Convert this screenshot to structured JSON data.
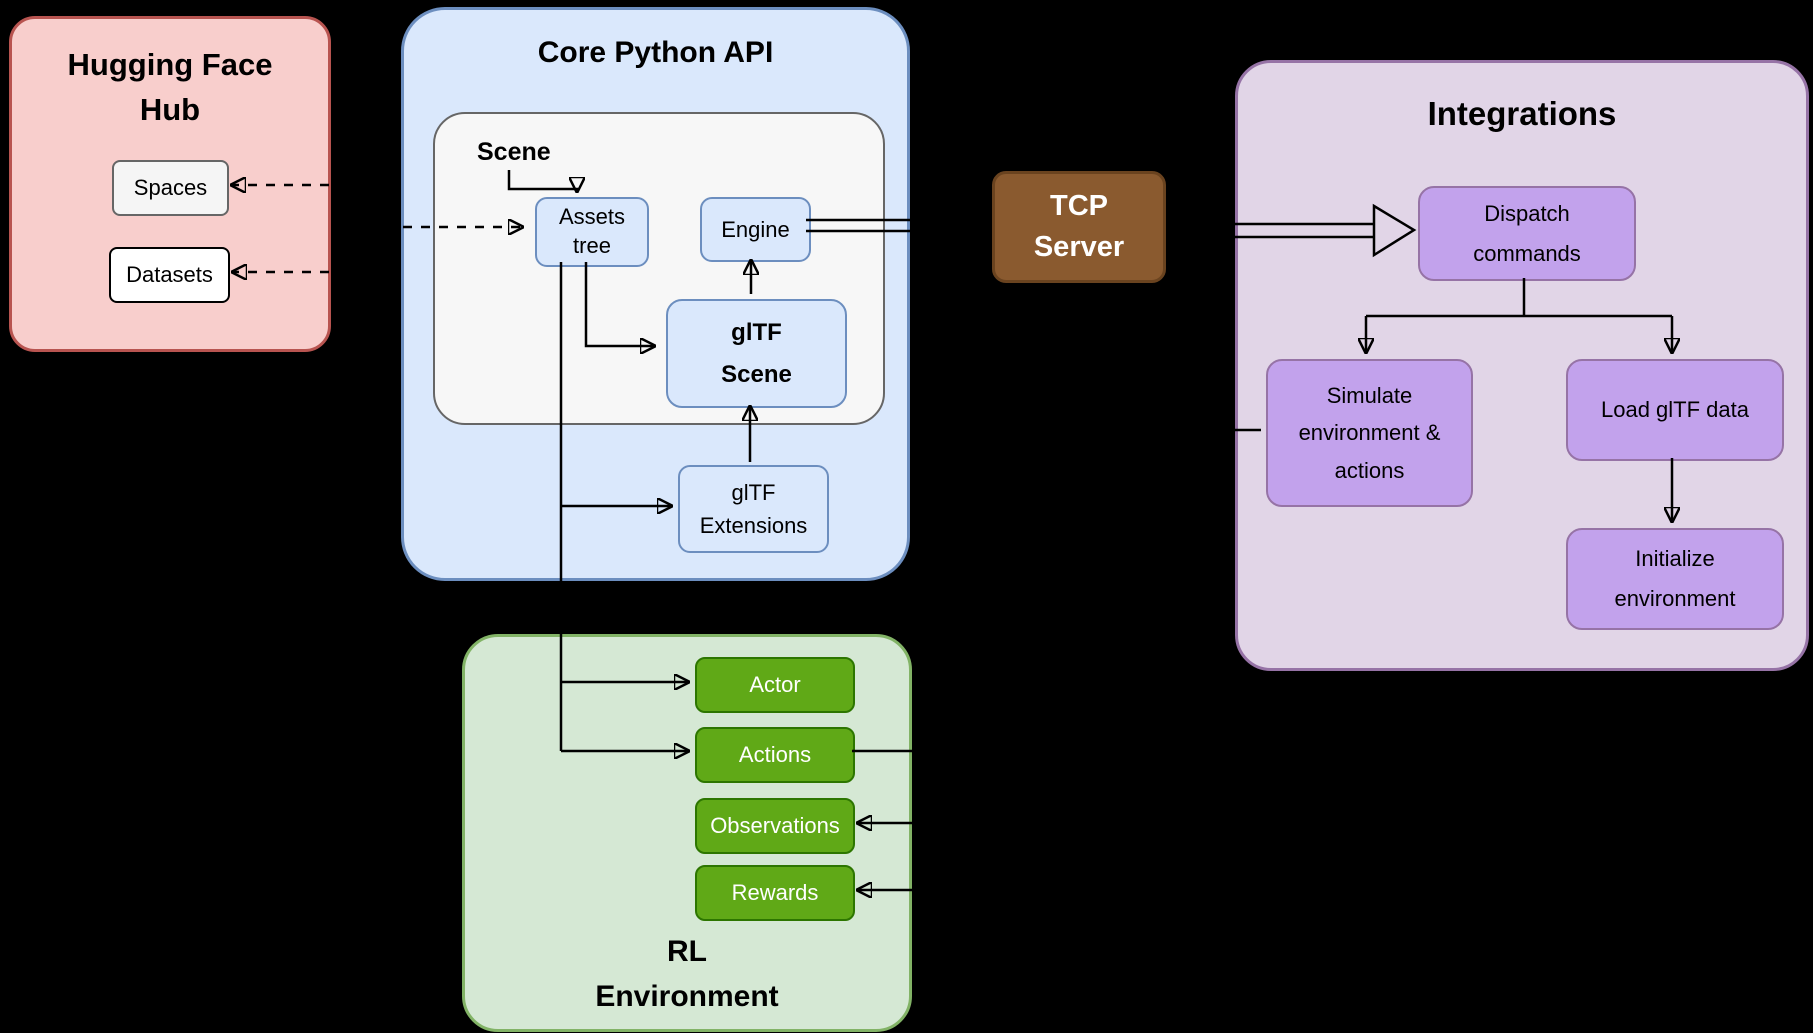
{
  "hugging_face_hub": {
    "title": "Hugging Face\nHub",
    "spaces": "Spaces",
    "datasets": "Datasets"
  },
  "core_python_api": {
    "title": "Core Python API",
    "scene_label": "Scene",
    "assets_tree": "Assets\ntree",
    "engine": "Engine",
    "gltf_scene": "glTF\nScene",
    "gltf_extensions": "glTF\nExtensions"
  },
  "tcp_server": {
    "label": "TCP\nServer"
  },
  "integrations": {
    "title": "Integrations",
    "dispatch": "Dispatch\ncommands",
    "simulate": "Simulate\nenvironment &\nactions",
    "load_gltf": "Load glTF data",
    "initialize": "Initialize\nenvironment"
  },
  "rl_environment": {
    "title": "RL\nEnvironment",
    "actor": "Actor",
    "actions": "Actions",
    "observations": "Observations",
    "rewards": "Rewards"
  },
  "colors": {
    "background": "#000000",
    "hub_fill": "#f8cecc",
    "hub_border": "#b85450",
    "core_fill": "#dae8fc",
    "core_border": "#6c8ebf",
    "scene_fill": "#f7f7f7",
    "tcp_fill": "#8a5a2f",
    "integrations_fill": "#e1d5e7",
    "integrations_border": "#9673a6",
    "integration_node_fill": "#c2a2ec",
    "rl_fill": "#d5e8d4",
    "rl_border": "#82b366",
    "rl_node_fill": "#60a917",
    "connector": "#000000"
  }
}
